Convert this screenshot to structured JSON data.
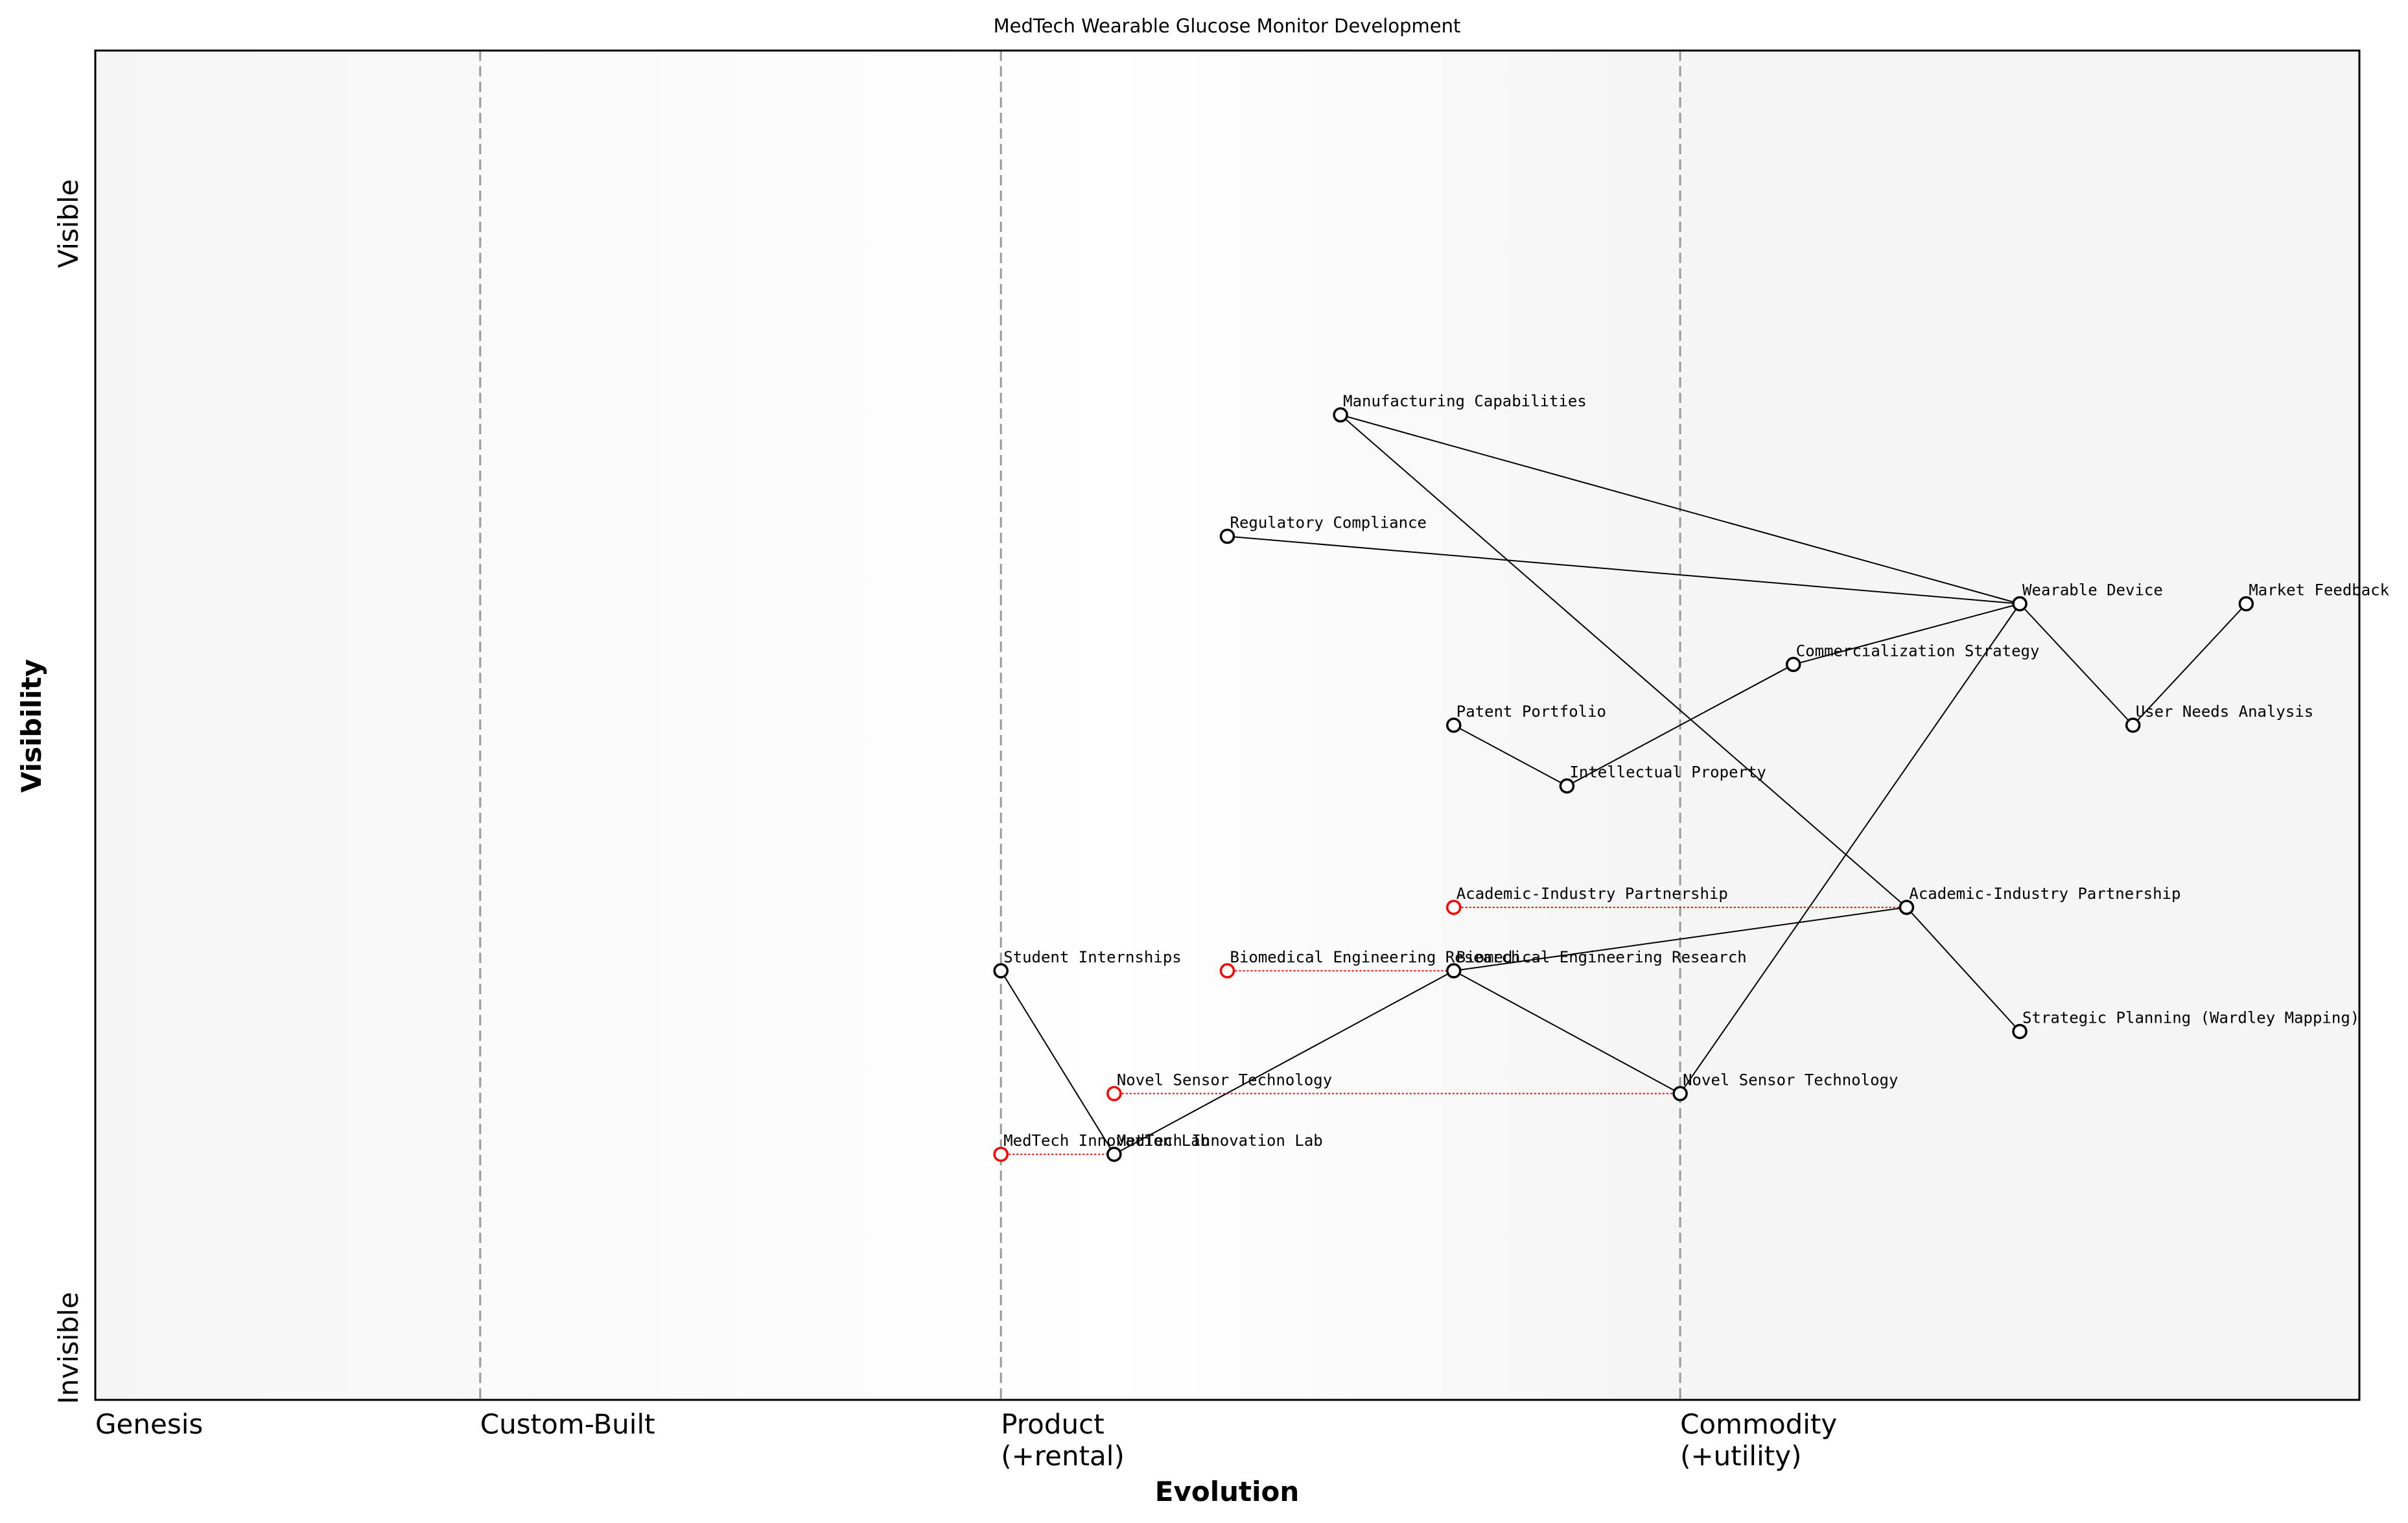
{
  "title": "MedTech Wearable Glucose Monitor Development",
  "x_axis_label": "Evolution",
  "y_axis_label": "Visibility",
  "y_axis_top_label": "Visible",
  "y_axis_bottom_label": "Invisible",
  "evolution_stages": [
    {
      "line1": "Genesis",
      "line2": "",
      "x": 0.0
    },
    {
      "line1": "Custom-Built",
      "line2": "",
      "x": 0.17
    },
    {
      "line1": "Product",
      "line2": "(+rental)",
      "x": 0.4
    },
    {
      "line1": "Commodity",
      "line2": "(+utility)",
      "x": 0.7
    }
  ],
  "colors": {
    "node": "#000000",
    "moved_from": "#ff0000",
    "link": "#000000",
    "movement": "#ff0000",
    "stage_line": "#999999",
    "background_edge": "#f5f5f5",
    "background_center": "#ffffff"
  },
  "chart_data": {
    "type": "scatter",
    "xlim": [
      0,
      1
    ],
    "ylim": [
      0,
      1
    ],
    "components": [
      {
        "id": "market_feedback",
        "label": "Market Feedback",
        "x": 0.95,
        "y": 0.59
      },
      {
        "id": "user_needs",
        "label": "User Needs Analysis",
        "x": 0.9,
        "y": 0.5
      },
      {
        "id": "wearable",
        "label": "Wearable Device",
        "x": 0.85,
        "y": 0.59
      },
      {
        "id": "manufacturing",
        "label": "Manufacturing Capabilities",
        "x": 0.55,
        "y": 0.73
      },
      {
        "id": "regulatory",
        "label": "Regulatory Compliance",
        "x": 0.5,
        "y": 0.64
      },
      {
        "id": "commercialization",
        "label": "Commercialization Strategy",
        "x": 0.75,
        "y": 0.545
      },
      {
        "id": "patent",
        "label": "Patent Portfolio",
        "x": 0.6,
        "y": 0.5
      },
      {
        "id": "ip",
        "label": "Intellectual Property",
        "x": 0.65,
        "y": 0.455
      },
      {
        "id": "academic",
        "label": "Academic-Industry Partnership",
        "x": 0.8,
        "y": 0.365
      },
      {
        "id": "strategic",
        "label": "Strategic Planning (Wardley Mapping)",
        "x": 0.85,
        "y": 0.273
      },
      {
        "id": "biomed",
        "label": "Biomedical Engineering Research",
        "x": 0.6,
        "y": 0.318
      },
      {
        "id": "sensor",
        "label": "Novel Sensor Technology",
        "x": 0.7,
        "y": 0.227
      },
      {
        "id": "internships",
        "label": "Student Internships",
        "x": 0.4,
        "y": 0.318
      },
      {
        "id": "lab",
        "label": "MedTech Innovation Lab",
        "x": 0.45,
        "y": 0.182
      }
    ],
    "moved_from": [
      {
        "id": "academic_prev",
        "label": "Academic-Industry Partnership",
        "x": 0.6,
        "y": 0.365,
        "to": "academic"
      },
      {
        "id": "biomed_prev",
        "label": "Biomedical Engineering Research",
        "x": 0.5,
        "y": 0.318,
        "to": "biomed"
      },
      {
        "id": "sensor_prev",
        "label": "Novel Sensor Technology",
        "x": 0.45,
        "y": 0.227,
        "to": "sensor"
      },
      {
        "id": "lab_prev",
        "label": "MedTech Innovation Lab",
        "x": 0.4,
        "y": 0.182,
        "to": "lab"
      }
    ],
    "links": [
      [
        "market_feedback",
        "user_needs"
      ],
      [
        "user_needs",
        "wearable"
      ],
      [
        "wearable",
        "manufacturing"
      ],
      [
        "wearable",
        "regulatory"
      ],
      [
        "wearable",
        "commercialization"
      ],
      [
        "commercialization",
        "ip"
      ],
      [
        "ip",
        "patent"
      ],
      [
        "wearable",
        "sensor"
      ],
      [
        "manufacturing",
        "academic"
      ],
      [
        "academic",
        "strategic"
      ],
      [
        "academic",
        "biomed"
      ],
      [
        "biomed",
        "sensor"
      ],
      [
        "biomed",
        "lab"
      ],
      [
        "lab",
        "internships"
      ]
    ]
  }
}
